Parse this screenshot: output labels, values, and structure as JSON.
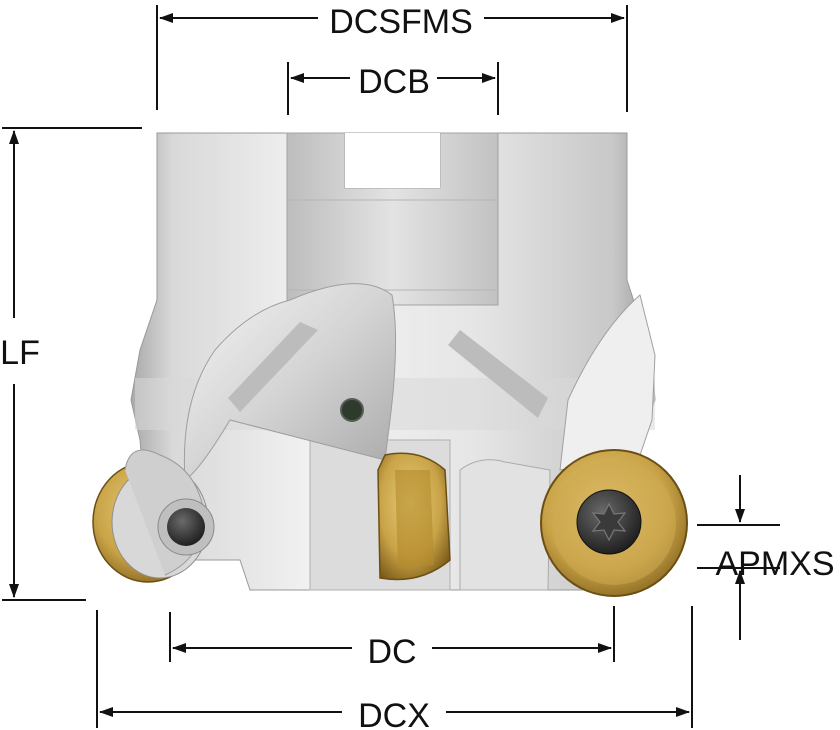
{
  "diagram": {
    "labels": {
      "dcsfms": "DCSFMS",
      "dcb": "DCB",
      "lf": "LF",
      "apmxs": "APMXS",
      "dc": "DC",
      "dcx": "DCX"
    },
    "colors": {
      "line": "#111111",
      "body_light": "#eeeeee",
      "body_mid": "#cfcfcf",
      "body_dark": "#8c8c8c",
      "insert_gold": "#c9a347",
      "insert_dark": "#7a5a18",
      "screw": "#2a2a2a"
    }
  }
}
